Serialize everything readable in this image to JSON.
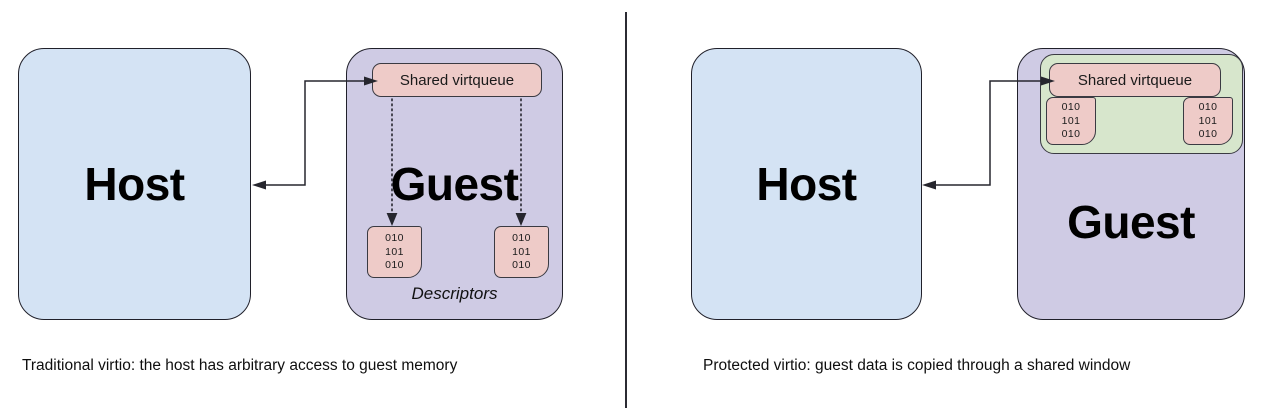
{
  "diagram": {
    "title_not_shown": false,
    "panels": [
      {
        "id": "traditional",
        "caption": "Traditional virtio: the host has arbitrary access to guest memory",
        "host": {
          "label": "Host",
          "color": "#d4e3f4"
        },
        "guest": {
          "label": "Guest",
          "color": "#cfcbe4"
        },
        "virtqueue": {
          "label": "Shared virtqueue",
          "color": "#eecbc8"
        },
        "descriptors_caption": "Descriptors",
        "descriptors": [
          {
            "lines": [
              "010",
              "101",
              "010"
            ]
          },
          {
            "lines": [
              "010",
              "101",
              "010"
            ]
          }
        ],
        "connector": {
          "kind": "arrow-solid",
          "from": "guest-virtqueue",
          "to": "host"
        },
        "links": [
          {
            "kind": "arrow-dotted",
            "from": "virtqueue",
            "to": "descriptor-1"
          },
          {
            "kind": "arrow-dotted",
            "from": "virtqueue",
            "to": "descriptor-2"
          }
        ]
      },
      {
        "id": "protected",
        "caption": "Protected virtio: guest data is copied through a shared window",
        "host": {
          "label": "Host",
          "color": "#d4e3f4"
        },
        "guest": {
          "label": "Guest",
          "color": "#cfcbe4"
        },
        "shared_window": {
          "color": "#d7e6cc"
        },
        "virtqueue": {
          "label": "Shared virtqueue",
          "color": "#eecbc8"
        },
        "descriptors": [
          {
            "lines": [
              "010",
              "101",
              "010"
            ]
          },
          {
            "lines": [
              "010",
              "101",
              "010"
            ]
          }
        ],
        "connector": {
          "kind": "arrow-solid",
          "from": "shared-window",
          "to": "host"
        }
      }
    ],
    "divider": {
      "color": "#2b2b33"
    }
  }
}
